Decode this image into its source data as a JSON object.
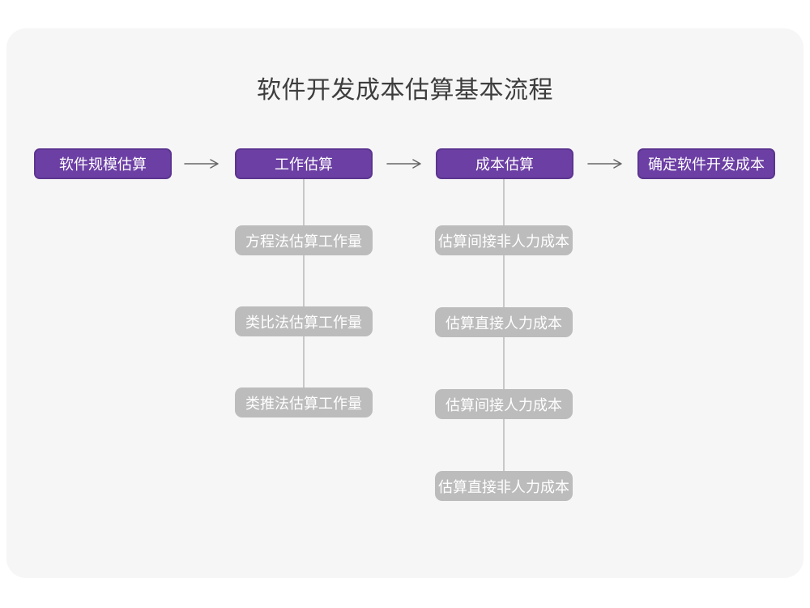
{
  "title": "软件开发成本估算基本流程",
  "colors": {
    "primary_purple": "#6c3fa4",
    "purple_border": "#5c3590",
    "gray_node": "#bcbcbc",
    "panel_background": "#f6f6f6",
    "page_background": "#ffffff",
    "connector_gray": "#c8c8c8",
    "arrow_gray": "#666666",
    "title_text": "#3d3d3d",
    "node_text": "#ffffff"
  },
  "flow": {
    "steps": [
      {
        "label": "软件规模估算",
        "children": []
      },
      {
        "label": "工作估算",
        "children": [
          "方程法估算工作量",
          "类比法估算工作量",
          "类推法估算工作量"
        ]
      },
      {
        "label": "成本估算",
        "children": [
          "估算间接非人力成本",
          "估算直接人力成本",
          "估算间接人力成本",
          "估算直接非人力成本"
        ]
      },
      {
        "label": "确定软件开发成本",
        "children": []
      }
    ]
  }
}
